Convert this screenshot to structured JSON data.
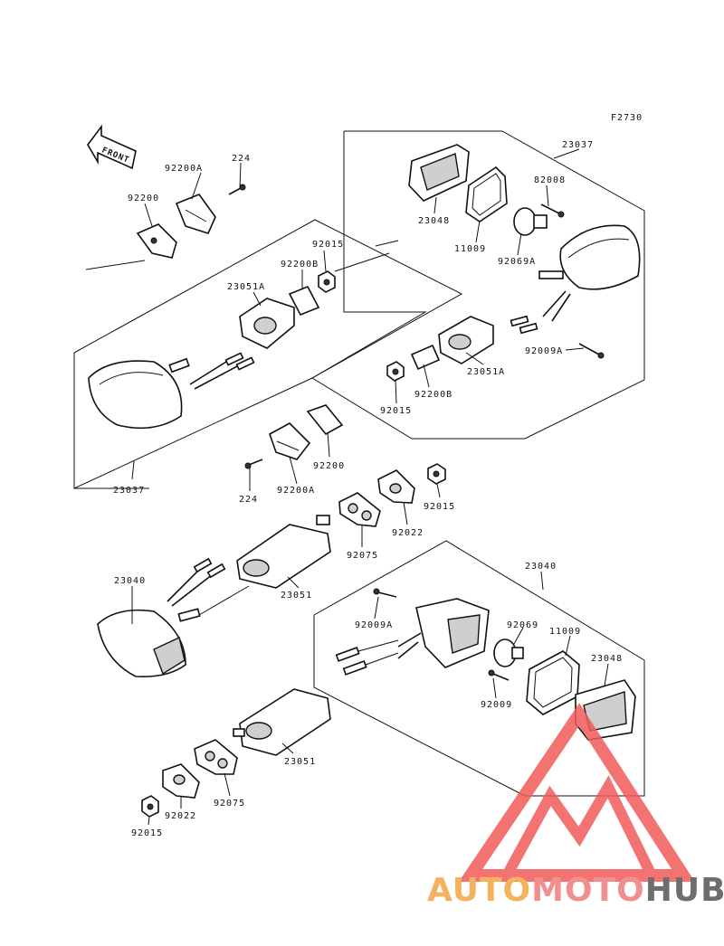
{
  "diagram_code": "F2730",
  "front_arrow_text": "FRONT",
  "watermark": {
    "part1": "AUTO",
    "part2": "MOTO",
    "part3": "HUB",
    "color1": "#f4b25e",
    "color2": "#f08f8f",
    "color3": "#6e6e6e",
    "logo_color": "#f15a5a"
  },
  "labels": {
    "l23037_top": "23037",
    "l23048_top": "23048",
    "l82008": "82008",
    "l11009_top": "11009",
    "l92069a": "92069A",
    "l92009a_top": "92009A",
    "l23051a_right": "23051A",
    "l92200b_right": "92200B",
    "l92015_right": "92015",
    "l92200a_top": "92200A",
    "l224_top": "224",
    "l92200_top": "92200",
    "l92015_mid": "92015",
    "l92200b_mid": "92200B",
    "l23051a_left": "23051A",
    "l23037_left": "23037",
    "l92200_mid": "92200",
    "l224_mid": "224",
    "l92200a_mid": "92200A",
    "l92015_lower": "92015",
    "l92022_right": "92022",
    "l92075_right": "92075",
    "l23040_left": "23040",
    "l23051_mid": "23051",
    "l23040_right": "23040",
    "l92009a_bottom": "92009A",
    "l92069": "92069",
    "l11009_bottom": "11009",
    "l23048_bottom": "23048",
    "l92009": "92009",
    "l23051_low": "23051",
    "l92075_low": "92075",
    "l92022_low": "92022",
    "l92015_bottom": "92015"
  }
}
